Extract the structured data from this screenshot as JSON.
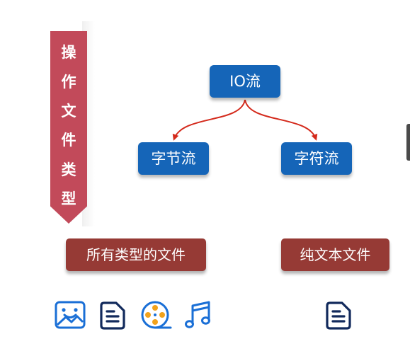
{
  "banner": {
    "chars": [
      "操",
      "作",
      "文",
      "件",
      "类",
      "型"
    ]
  },
  "diagram": {
    "root": "IO流",
    "left_child": "字节流",
    "right_child": "字符流"
  },
  "labels": {
    "left": "所有类型的文件",
    "right": "纯文本文件"
  },
  "icons": {
    "left_group": [
      "image-icon",
      "document-icon",
      "film-reel-icon",
      "music-note-icon"
    ],
    "right_group": [
      "document-icon"
    ]
  },
  "colors": {
    "banner": "#c24a5a",
    "node": "#1565b8",
    "label": "#963a35",
    "arrow": "#d42a1c",
    "icon_blue": "#1a6fd6",
    "icon_navy": "#122a5c"
  }
}
